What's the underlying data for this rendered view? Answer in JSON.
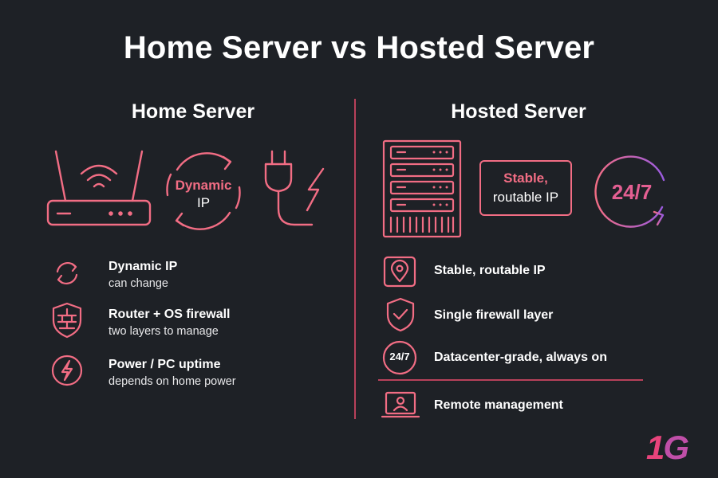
{
  "title": "Home Server vs Hosted Server",
  "home": {
    "heading": "Home Server",
    "dynamic_ip_circle": {
      "line1": "Dynamic",
      "line2": "IP"
    },
    "features": [
      {
        "title": "Dynamic IP",
        "sub": "can change",
        "icon": "refresh-icon"
      },
      {
        "title": "Router + OS firewall",
        "sub": "two layers to manage",
        "icon": "firewall-shield-icon"
      },
      {
        "title": "Power / PC uptime",
        "sub": "depends on home power",
        "icon": "power-bolt-icon"
      }
    ]
  },
  "hosted": {
    "heading": "Hosted Server",
    "ip_box": {
      "line1": "Stable,",
      "line2": "routable IP"
    },
    "uptime_badge": "24/7",
    "features": [
      {
        "title": "Stable, routable IP",
        "icon": "location-pin-icon"
      },
      {
        "title": "Single firewall layer",
        "icon": "shield-check-icon"
      },
      {
        "title": "Datacenter-grade, always on",
        "icon": "always-on-24-7-icon",
        "badge": "24/7"
      },
      {
        "title": "Remote management",
        "icon": "laptop-user-icon"
      }
    ]
  },
  "logo": {
    "part1": "1",
    "part2": "G"
  },
  "colors": {
    "background": "#1e2126",
    "accent": "#f26d84",
    "gradient_end": "#9a5be0"
  }
}
